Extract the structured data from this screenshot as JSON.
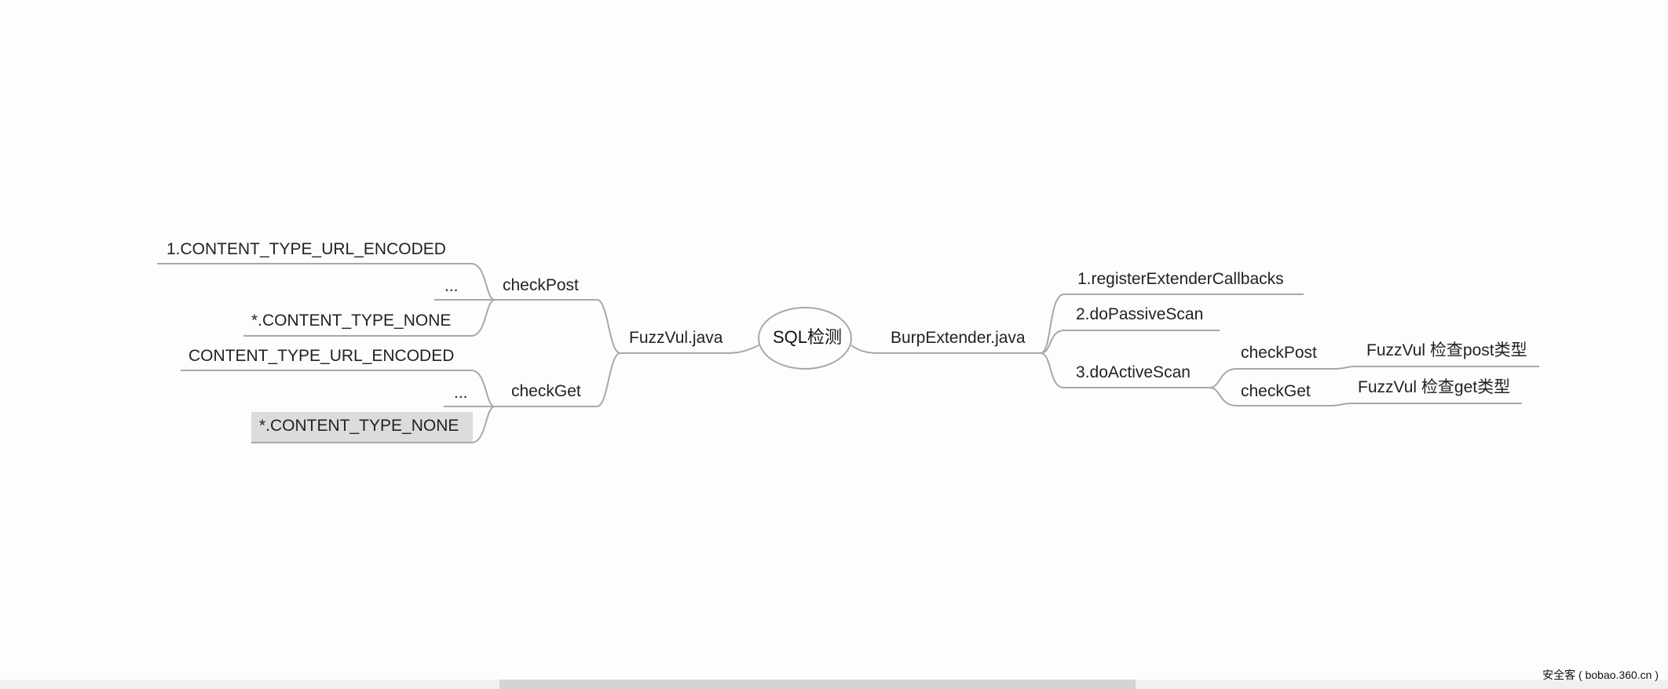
{
  "root": {
    "label": "SQL检测"
  },
  "left": {
    "fuzzvul": {
      "label": "FuzzVul.java"
    },
    "check_post": {
      "label": "checkPost",
      "children": [
        "1.CONTENT_TYPE_URL_ENCODED",
        "...",
        "*.CONTENT_TYPE_NONE"
      ]
    },
    "check_get": {
      "label": "checkGet",
      "children": [
        "CONTENT_TYPE_URL_ENCODED",
        "...",
        "*.CONTENT_TYPE_NONE"
      ]
    }
  },
  "right": {
    "burp": {
      "label": "BurpExtender.java"
    },
    "register": {
      "label": "1.registerExtenderCallbacks"
    },
    "passive": {
      "label": "2.doPassiveScan"
    },
    "active": {
      "label": "3.doActiveScan"
    },
    "active_post": {
      "label": "checkPost",
      "child": "FuzzVul 检查post类型"
    },
    "active_get": {
      "label": "checkGet",
      "child": "FuzzVul 检查get类型"
    }
  },
  "colors": {
    "line": "#a8a8a8",
    "selected": "#dcdcdc",
    "background": "#fdfdfd"
  },
  "watermark": "安全客 ( bobao.360.cn )"
}
